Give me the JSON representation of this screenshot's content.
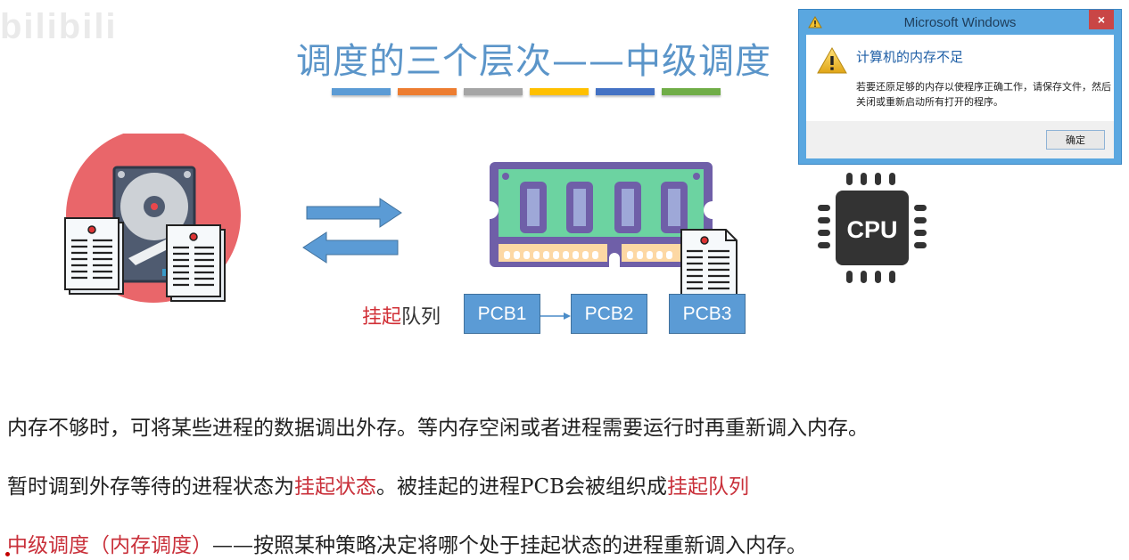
{
  "watermark": "bilibili",
  "slide": {
    "title": "调度的三个层次——中级调度",
    "color_bars": [
      "#5b9bd5",
      "#ed7d31",
      "#a5a5a5",
      "#ffc000",
      "#4472c4",
      "#70ad47"
    ]
  },
  "diagram": {
    "queue_label_red": "挂起",
    "queue_label_black": "队列",
    "pcbs": [
      "PCB1",
      "PCB2",
      "PCB3"
    ],
    "cpu_label": "CPU",
    "icons": {
      "disk": "hard-disk-icon",
      "ram": "memory-module-icon",
      "cpu": "cpu-chip-icon",
      "swap_out": "arrow-right-icon",
      "swap_in": "arrow-left-icon"
    }
  },
  "text_lines": {
    "line1": "内存不够时，可将某些进程的数据调出外存。等内存空闲或者进程需要运行时再重新调入内存。",
    "line2_a": "暂时调到外存等待的进程状态为",
    "line2_red1": "挂起状态",
    "line2_b": "。被挂起的进程PCB会被组织成",
    "line2_red2": "挂起队列",
    "line3_red": "中级调度（内存调度）",
    "line3_b": "——按照某种策略决定将哪个处于挂起状态的进程重新调入内存。"
  },
  "dialog": {
    "title": "Microsoft Windows",
    "close_label": "×",
    "heading": "计算机的内存不足",
    "message": "若要还原足够的内存以使程序正确工作，请保存文件，然后关闭或重新启动所有打开的程序。",
    "ok_label": "确定"
  },
  "colors": {
    "title_blue": "#5b95c9",
    "highlight_red": "#c9303a",
    "pcb_blue": "#5b9bd5"
  }
}
